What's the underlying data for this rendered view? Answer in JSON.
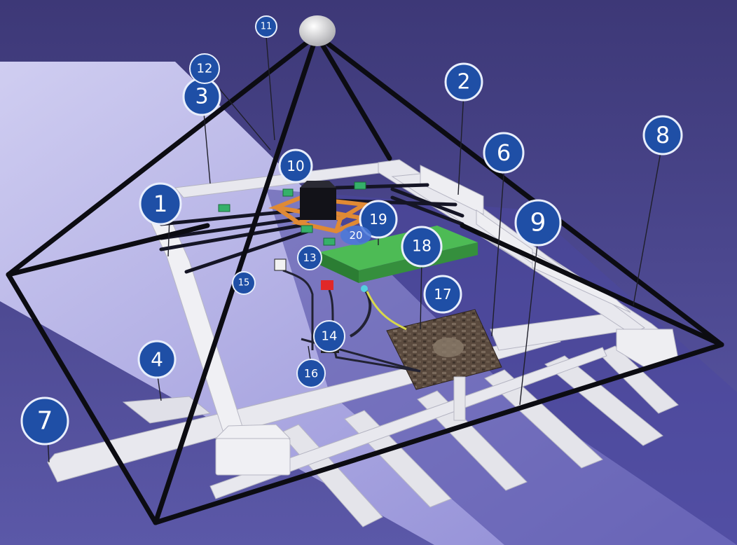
{
  "colors": {
    "background_top": "#3f3a78",
    "background_bottom": "#5a56a4",
    "floor_plane": "#b9b5ee",
    "frame": "#111111",
    "beam": "#e6e6ea",
    "board": "#2f8a3a",
    "badge_fill": "#1f4fa6",
    "badge_stroke": "#e8eefc"
  },
  "callouts": [
    {
      "id": "1",
      "label": "1"
    },
    {
      "id": "2",
      "label": "2"
    },
    {
      "id": "3",
      "label": "3"
    },
    {
      "id": "4",
      "label": "4"
    },
    {
      "id": "6",
      "label": "6"
    },
    {
      "id": "7",
      "label": "7"
    },
    {
      "id": "8",
      "label": "8"
    },
    {
      "id": "9",
      "label": "9"
    },
    {
      "id": "10",
      "label": "10"
    },
    {
      "id": "11",
      "label": "11"
    },
    {
      "id": "12",
      "label": "12"
    },
    {
      "id": "13",
      "label": "13"
    },
    {
      "id": "14",
      "label": "14"
    },
    {
      "id": "15",
      "label": "15"
    },
    {
      "id": "16",
      "label": "16"
    },
    {
      "id": "17",
      "label": "17"
    },
    {
      "id": "18",
      "label": "18"
    },
    {
      "id": "19",
      "label": "19"
    },
    {
      "id": "20",
      "label": "20"
    }
  ]
}
